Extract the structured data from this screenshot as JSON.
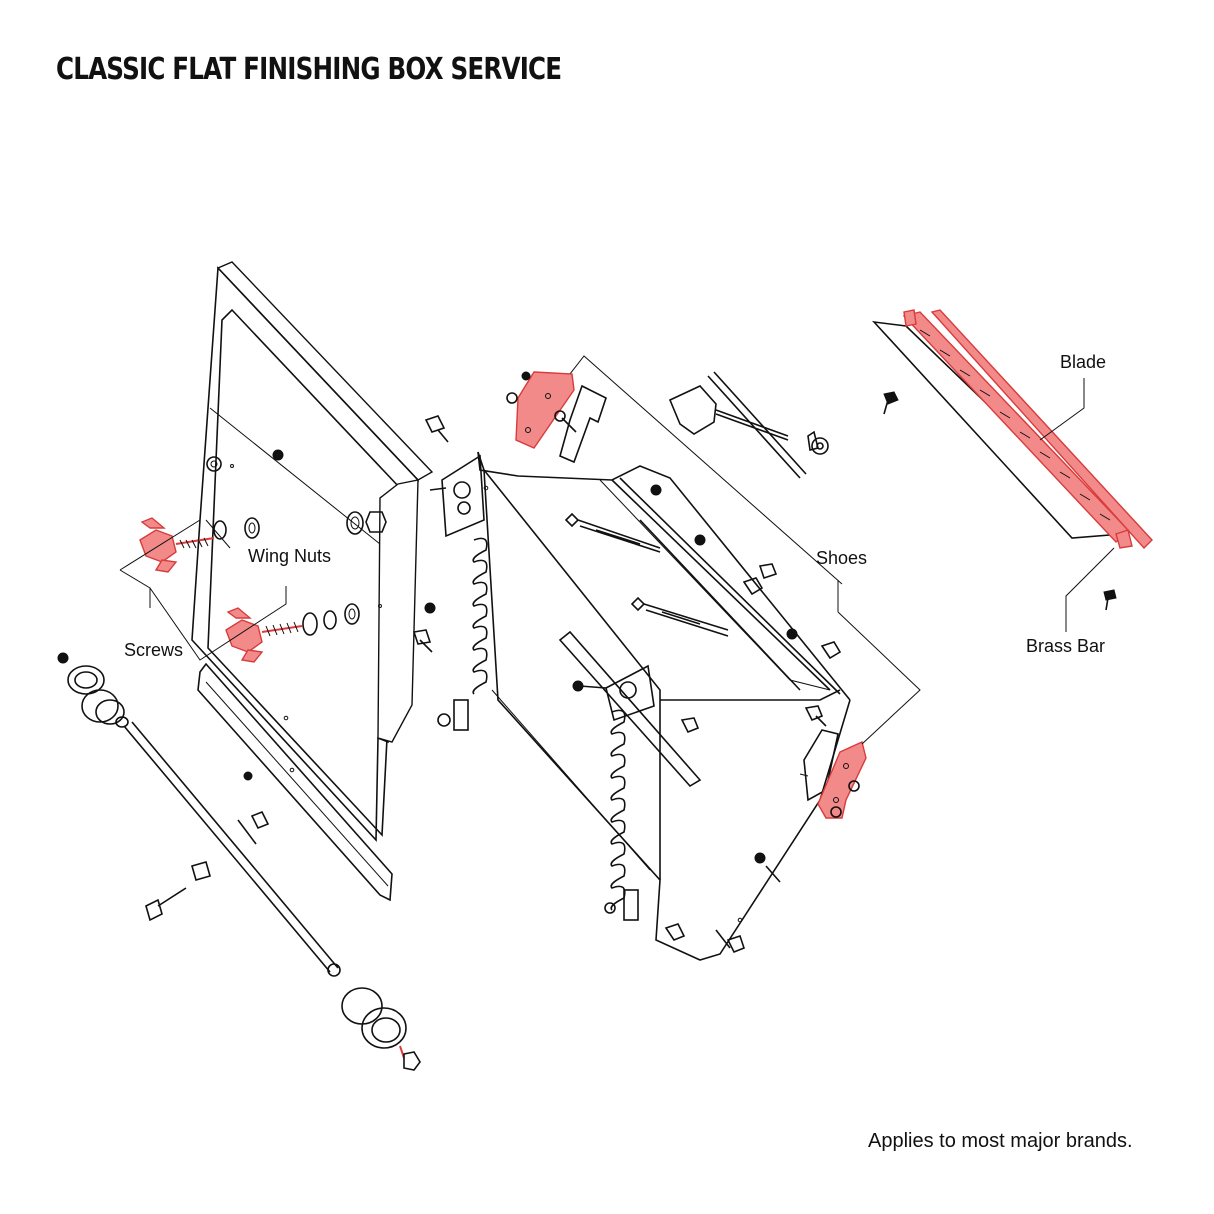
{
  "title": "CLASSIC FLAT FINISHING BOX SERVICE",
  "labels": {
    "wing_nuts": "Wing Nuts",
    "screws": "Screws",
    "shoes": "Shoes",
    "blade": "Blade",
    "brass_bar": "Brass Bar"
  },
  "footer": "Applies to most major brands.",
  "colors": {
    "highlight": "#f28a8a",
    "highlight_stroke": "#d83b3b",
    "line": "#111111"
  }
}
